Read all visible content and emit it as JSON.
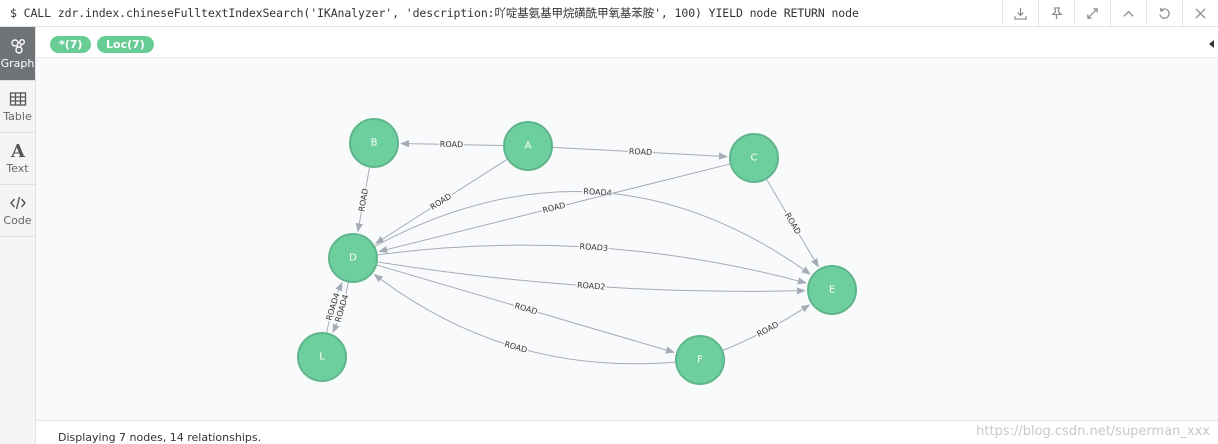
{
  "query": {
    "text": "$ CALL zdr.index.chineseFulltextIndexSearch('IKAnalyzer', 'description:吖啶基氨基甲烷磺酰甲氧基苯胺', 100) YIELD node RETURN node"
  },
  "toolbar": {
    "buttons": [
      "download-icon",
      "pin-icon",
      "expand-icon",
      "collapse-up-icon",
      "rerun-icon",
      "close-icon"
    ]
  },
  "sidebar": {
    "items": [
      {
        "label": "Graph",
        "icon": "graph-icon",
        "active": true
      },
      {
        "label": "Table",
        "icon": "table-icon",
        "active": false
      },
      {
        "label": "Text",
        "icon": "text-icon",
        "active": false
      },
      {
        "label": "Code",
        "icon": "code-icon",
        "active": false
      }
    ]
  },
  "labels": {
    "all": "*(7)",
    "loc": "Loc(7)"
  },
  "graph": {
    "node_color": "#6dce9e",
    "node_stroke": "#60b58b",
    "edge_color": "#a5abb6",
    "nodes": [
      {
        "id": "A",
        "label": "A"
      },
      {
        "id": "B",
        "label": "B"
      },
      {
        "id": "C",
        "label": "C"
      },
      {
        "id": "D",
        "label": "D"
      },
      {
        "id": "E",
        "label": "E"
      },
      {
        "id": "F",
        "label": "F"
      },
      {
        "id": "L",
        "label": "L"
      }
    ],
    "edges": [
      {
        "id": "A-B",
        "label": "ROAD"
      },
      {
        "id": "A-C",
        "label": "ROAD"
      },
      {
        "id": "A-E",
        "label": "ROAD4"
      },
      {
        "id": "A-D",
        "label": "ROAD"
      },
      {
        "id": "B-D",
        "label": "ROAD"
      },
      {
        "id": "C-D",
        "label": "ROAD"
      },
      {
        "id": "C-E",
        "label": "ROAD"
      },
      {
        "id": "D-E3",
        "label": "ROAD3"
      },
      {
        "id": "D-E2",
        "label": "ROAD2"
      },
      {
        "id": "D-F",
        "label": "ROAD"
      },
      {
        "id": "D-F-low",
        "label": "ROAD"
      },
      {
        "id": "E-F",
        "label": "ROAD"
      },
      {
        "id": "D-L",
        "label": "ROAD4"
      },
      {
        "id": "L-D",
        "label": "ROAD4"
      }
    ]
  },
  "status": {
    "text": "Displaying 7 nodes, 14 relationships.",
    "watermark": "https://blog.csdn.net/superman_xxx"
  }
}
